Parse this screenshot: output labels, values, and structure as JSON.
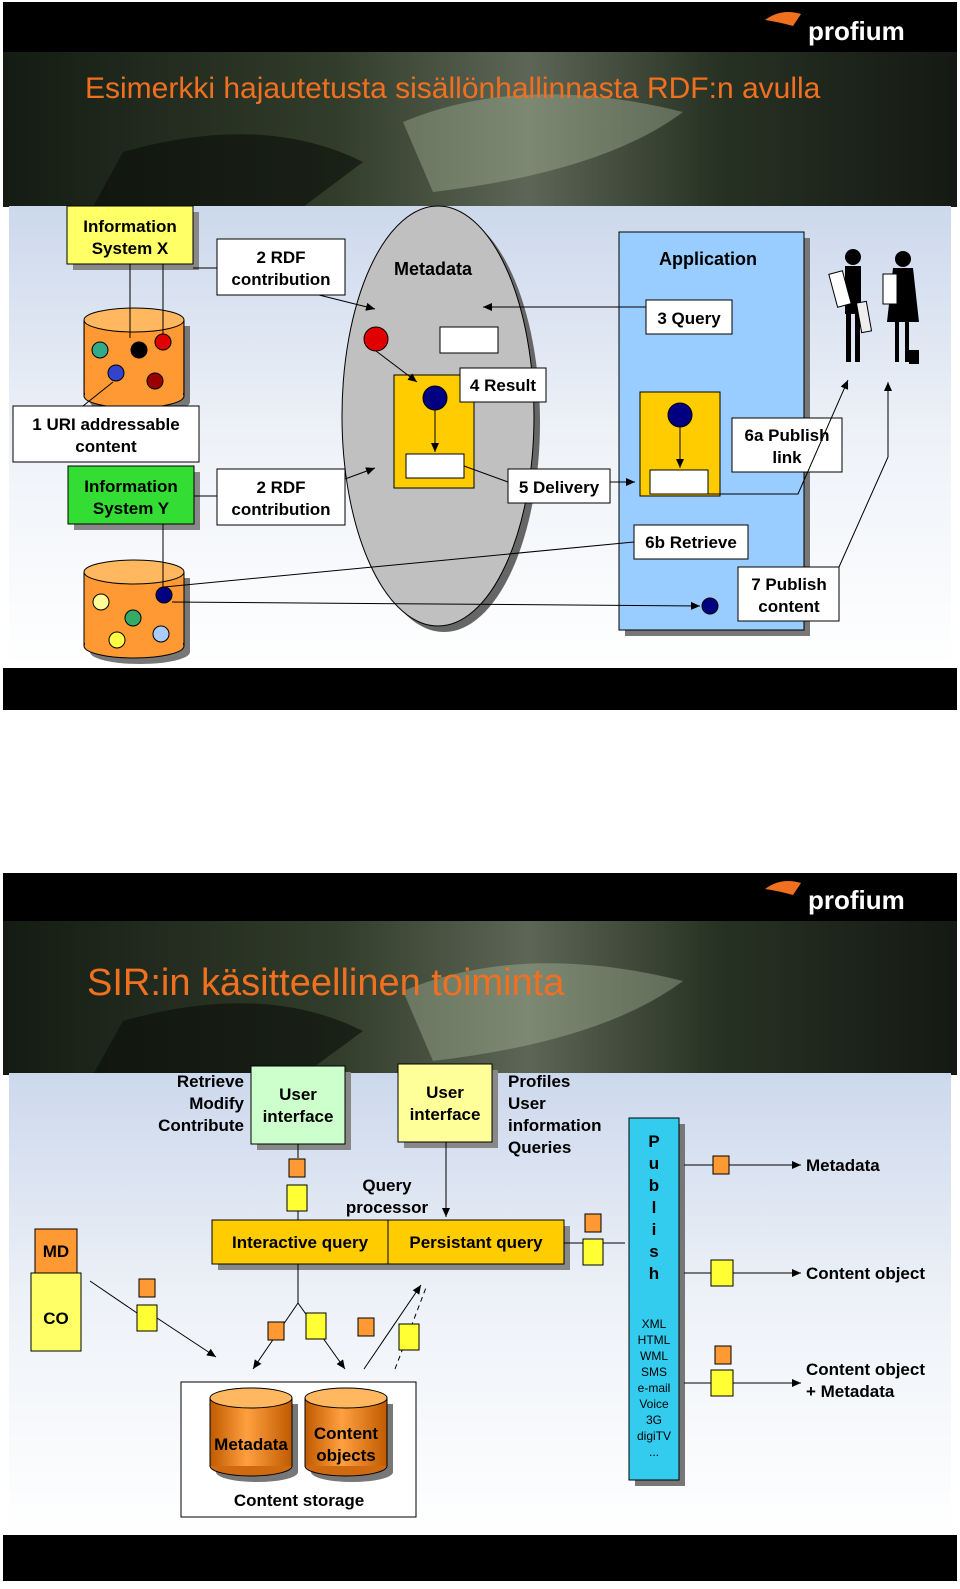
{
  "brand": {
    "logo_text": "profium"
  },
  "slide1": {
    "title": "Esimerkki hajautetusta sisällönhallinnasta RDF:n avulla",
    "info_system_x": [
      "Information",
      "System X"
    ],
    "info_system_y": [
      "Information",
      "System Y"
    ],
    "uri_content": [
      "1 URI addressable",
      "content"
    ],
    "rdf_contribution_top": [
      "2 RDF",
      "contribution"
    ],
    "rdf_contribution_bottom": [
      "2 RDF",
      "contribution"
    ],
    "metadata": "Metadata",
    "application": "Application",
    "query": "3 Query",
    "result": "4 Result",
    "delivery": "5 Delivery",
    "publish_link": [
      "6a Publish",
      "link"
    ],
    "retrieve": "6b Retrieve",
    "publish_content": [
      "7 Publish",
      "content"
    ],
    "colors": {
      "title": "#f07020",
      "system_x": "#ffff66",
      "system_y": "#33dd33",
      "application": "#99ccff",
      "database": "#ff9933"
    }
  },
  "slide2": {
    "title": "SIR:in käsitteellinen toiminta",
    "actions": [
      "Retrieve",
      "Modify",
      "Contribute"
    ],
    "user_interface_left": [
      "User",
      "interface"
    ],
    "user_interface_right": [
      "User",
      "interface"
    ],
    "profiles": [
      "Profiles",
      "User",
      "information",
      "Queries"
    ],
    "query_processor": [
      "Query",
      "processor"
    ],
    "interactive_query": "Interactive query",
    "persistant_query": "Persistant query",
    "md": "MD",
    "co": "CO",
    "publish_letters": [
      "P",
      "u",
      "b",
      "l",
      "i",
      "s",
      "h"
    ],
    "formats": [
      "XML",
      "HTML",
      "WML",
      "SMS",
      "e-mail",
      "Voice",
      "3G",
      "digiTV",
      "..."
    ],
    "metadata_label": "Metadata",
    "content_object_label": "Content object",
    "content_object_metadata": [
      "Content object",
      "+ Metadata"
    ],
    "storage_metadata": "Metadata",
    "storage_content": [
      "Content",
      "objects"
    ],
    "content_storage": "Content storage",
    "colors": {
      "title": "#f07020",
      "ui_left": "#ccffcc",
      "ui_right": "#ffff99",
      "query_bar": "#ffcc00",
      "publish": "#33ccee"
    }
  }
}
